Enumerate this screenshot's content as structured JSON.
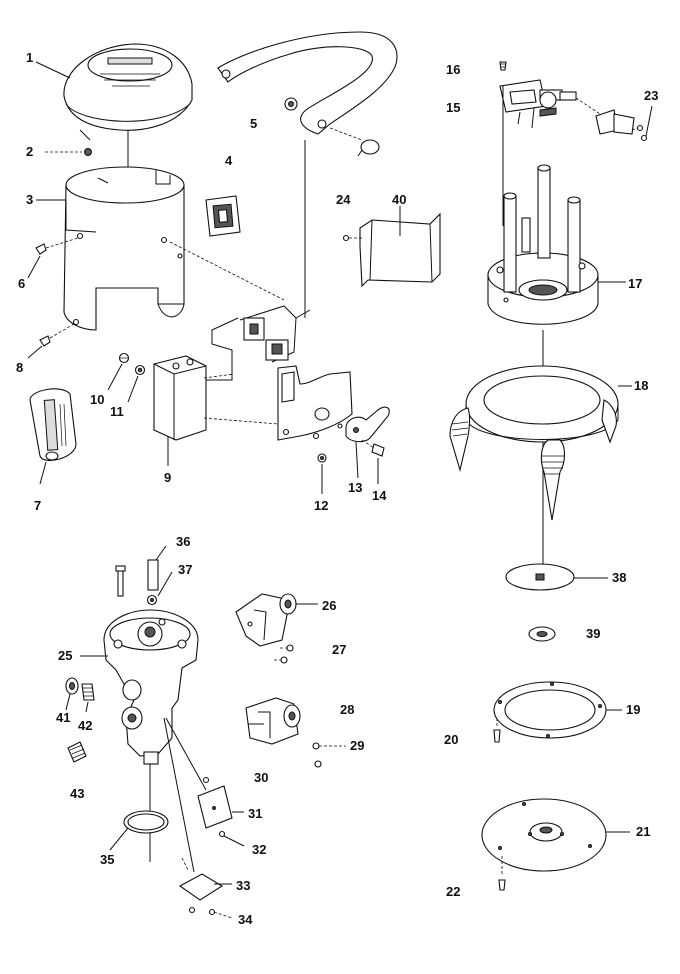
{
  "labels": {
    "p1": "1",
    "p2": "2",
    "p3": "3",
    "p4": "4",
    "p5": "5",
    "p6": "6",
    "p7": "7",
    "p8": "8",
    "p9": "9",
    "p10": "10",
    "p11": "11",
    "p12": "12",
    "p13": "13",
    "p14": "14",
    "p15": "15",
    "p16": "16",
    "p17": "17",
    "p18": "18",
    "p19": "19",
    "p20": "20",
    "p21": "21",
    "p22": "22",
    "p23": "23",
    "p24": "24",
    "p25": "25",
    "p26": "26",
    "p27": "27",
    "p28": "28",
    "p29": "29",
    "p30": "30",
    "p31": "31",
    "p32": "32",
    "p33": "33",
    "p34": "34",
    "p35": "35",
    "p36": "36",
    "p37": "37",
    "p38": "38",
    "p39": "39",
    "p40": "40",
    "p41": "41",
    "p42": "42",
    "p43": "43"
  }
}
